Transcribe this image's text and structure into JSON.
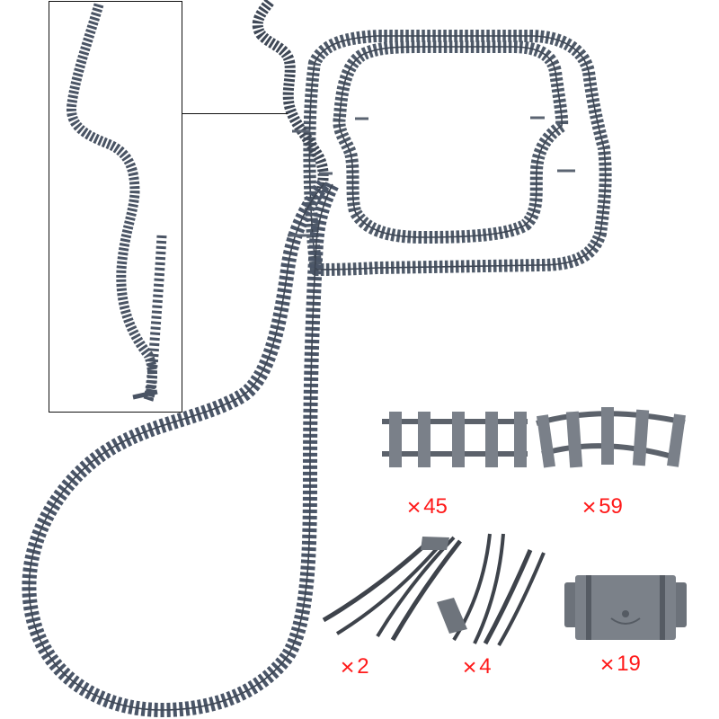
{
  "image": {
    "description": "Product photo of flexible train track set layout with parts inventory",
    "background": "#ffffff",
    "track_color": "#4a5666",
    "track_dark": "#3b4452",
    "tie_color": "#6a7380",
    "count_color": "#ff1a1a"
  },
  "inset": {
    "label": "detail-view of flexible track curve and switch"
  },
  "parts": [
    {
      "name": "straight-track",
      "count_symbol": "×",
      "count": "45"
    },
    {
      "name": "curved-track",
      "count_symbol": "×",
      "count": "59"
    },
    {
      "name": "left-switch-track",
      "count_symbol": "×",
      "count": "2"
    },
    {
      "name": "right-switch-track",
      "count_symbol": "×",
      "count": "4"
    },
    {
      "name": "flexible-track-segment",
      "count_symbol": "×",
      "count": "19"
    }
  ]
}
